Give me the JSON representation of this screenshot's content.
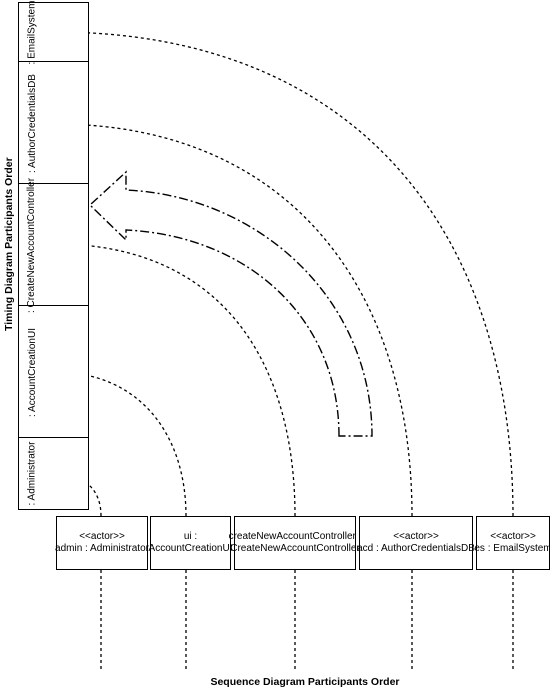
{
  "timing_axis": {
    "title": "Timing Diagram Participants Order",
    "participants": [
      ": EmailSystem",
      ": AuthorCredentialsDB",
      ": CreateNewAccountController",
      ": AccountCreationUI",
      ": Administrator"
    ]
  },
  "sequence_axis": {
    "title": "Sequence Diagram Participants Order",
    "participants": [
      {
        "line1": "<<actor>>",
        "line2": "admin : Administrator"
      },
      {
        "line1": "ui :",
        "line2": "AccountCreationUI"
      },
      {
        "line1": "createNewAccountController :",
        "line2": "CreateNewAccountController"
      },
      {
        "line1": "<<actor>>",
        "line2": "acd : AuthorCredentialsDB"
      },
      {
        "line1": "<<actor>>",
        "line2": "es : EmailSystem"
      }
    ]
  }
}
